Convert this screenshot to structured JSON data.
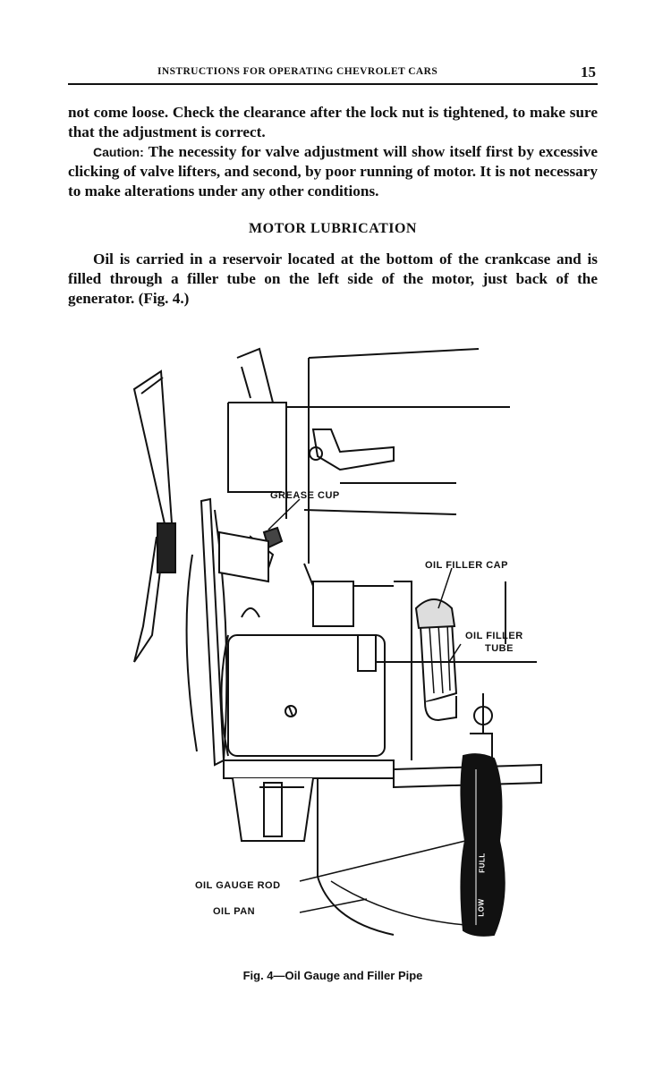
{
  "header": {
    "title": "INSTRUCTIONS FOR OPERATING CHEVROLET CARS",
    "page_number": "15"
  },
  "paragraphs": {
    "p1": "not come loose. Check the clearance after the lock nut is tightened, to make sure that the adjustment is correct.",
    "caution_label": "Caution:",
    "caution_text": " The necessity for valve adjustment will show itself first by excessive clicking of valve lifters, and second, by poor running of motor. It is not necessary to make alterations under any other conditions.",
    "section_heading": "MOTOR LUBRICATION",
    "p3": "Oil is carried in a reservoir located at the bottom of the crankcase and is filled through a filler tube on the left side of the motor, just back of the generator. (Fig. 4.)"
  },
  "figure": {
    "labels": {
      "grease_cup": "GREASE CUP",
      "oil_filler_cap": "OIL FILLER CAP",
      "oil_filler_tube_line1": "OIL FILLER",
      "oil_filler_tube_line2": "TUBE",
      "oil_gauge_rod": "OIL GAUGE ROD",
      "oil_pan": "OIL PAN",
      "gauge_full": "FULL",
      "gauge_low": "LOW"
    },
    "caption": "Fig. 4—Oil Gauge and Filler Pipe"
  }
}
